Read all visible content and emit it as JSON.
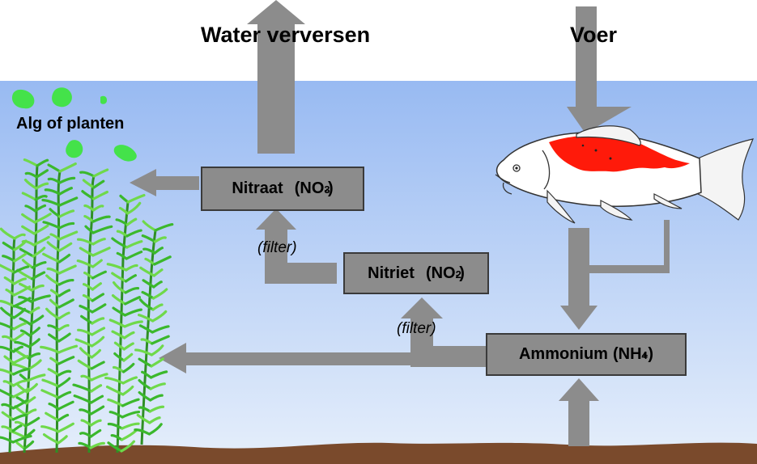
{
  "labels": {
    "water_change": "Water verversen",
    "feed": "Voer",
    "algae_plants": "Alg of planten",
    "filter_1": "(filter)",
    "filter_2": "(filter)"
  },
  "nodes": {
    "nitrate": {
      "name": "Nitraat",
      "formula_open": "(NO",
      "formula_sub": "3",
      "formula_sup": "-",
      "formula_close": ")"
    },
    "nitrite": {
      "name": "Nitriet",
      "formula_open": "(NO",
      "formula_sub": "2",
      "formula_sup": "-",
      "formula_close": ")"
    },
    "ammonium": {
      "name": "Ammonium",
      "formula_open": "(NH",
      "formula_sub": "4",
      "formula_sup": "+",
      "formula_close": ")"
    }
  },
  "colors": {
    "water_top": "#98baf2",
    "water_bottom": "#e6effb",
    "soil": "#7a4a2c",
    "arrow": "#8c8c8c",
    "box_fill": "#8c8c8c",
    "fish_red": "#ff1a0a",
    "plant_green": "#3bb82c",
    "algae_green": "#44e24a"
  }
}
